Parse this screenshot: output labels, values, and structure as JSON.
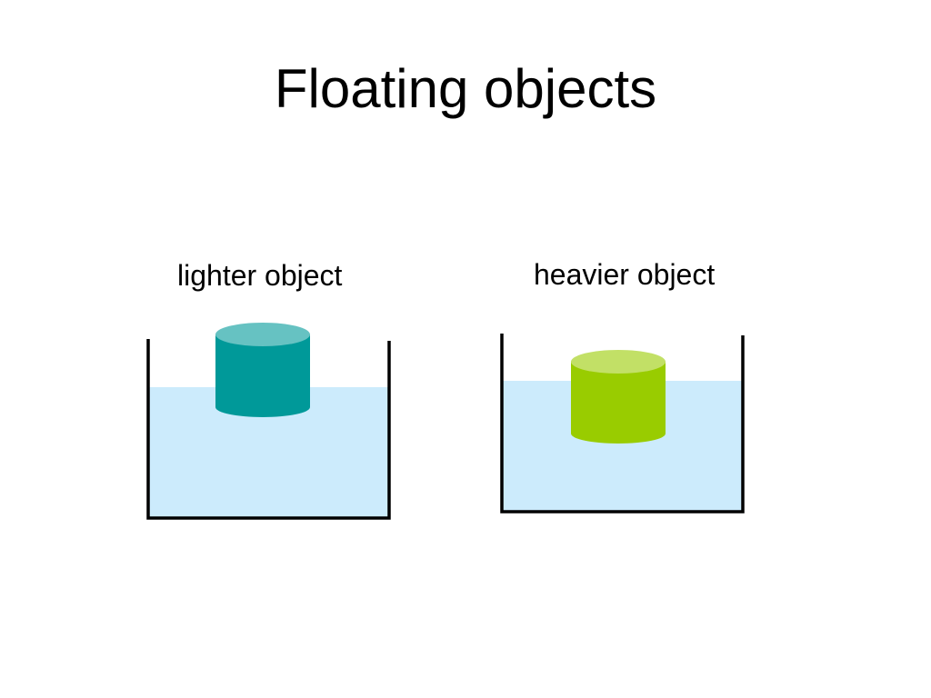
{
  "slide": {
    "title": "Floating objects"
  },
  "scenes": {
    "lighter": {
      "label": "lighter object",
      "object_color": "#009999",
      "object_top_color": "#66C2C2"
    },
    "heavier": {
      "label": "heavier object",
      "object_color": "#99CC00",
      "object_top_color": "#C2E066"
    }
  },
  "colors": {
    "water": "#CCEBFC",
    "container_outline": "#000000",
    "background": "#FFFFFF"
  }
}
